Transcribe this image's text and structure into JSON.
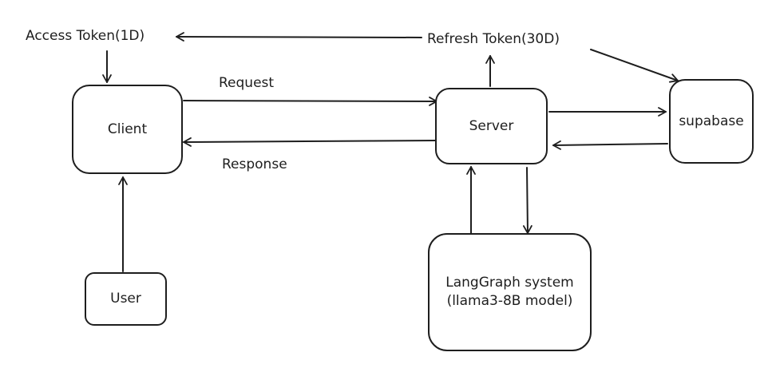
{
  "nodes": {
    "client": "Client",
    "server": "Server",
    "supabase": "supabase",
    "user": "User",
    "langgraph": "LangGraph system\n(llama3-8B model)"
  },
  "labels": {
    "access_token": "Access Token(1D)",
    "refresh_token": "Refresh Token(30D)",
    "request": "Request",
    "response": "Response"
  },
  "colors": {
    "stroke": "#1e1e1e",
    "background": "#ffffff"
  }
}
